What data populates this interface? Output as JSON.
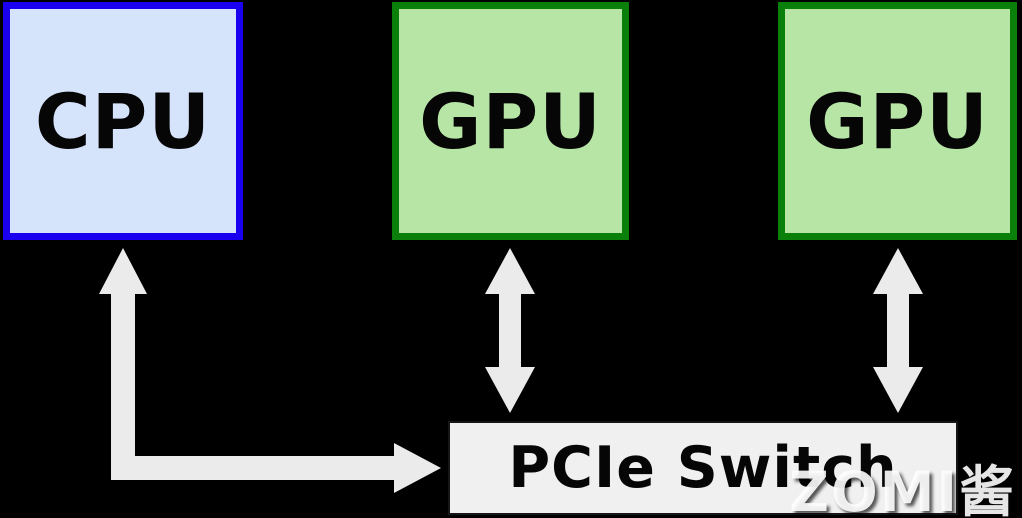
{
  "diagram": {
    "background_color": "#000000",
    "arrow_color": "#ebebeb",
    "nodes": {
      "cpu": {
        "label": "CPU",
        "fill": "#d6e4fb",
        "border": "#1b00f0"
      },
      "gpu_left": {
        "label": "GPU",
        "fill": "#b7e5a6",
        "border": "#0a7f0a"
      },
      "gpu_right": {
        "label": "GPU",
        "fill": "#b7e5a6",
        "border": "#0a7f0a"
      },
      "pcie_switch": {
        "label": "PCIe Switch",
        "fill": "#f0f0f0",
        "border": "#161616"
      }
    },
    "connections": [
      {
        "from": "cpu",
        "to": "pcie_switch",
        "type": "elbow-double-arrow"
      },
      {
        "from": "gpu_left",
        "to": "pcie_switch",
        "type": "vertical-double-arrow"
      },
      {
        "from": "gpu_right",
        "to": "pcie_switch",
        "type": "vertical-double-arrow"
      }
    ],
    "watermark": {
      "text": "ZOMI酱",
      "color": "#ffffff"
    }
  }
}
